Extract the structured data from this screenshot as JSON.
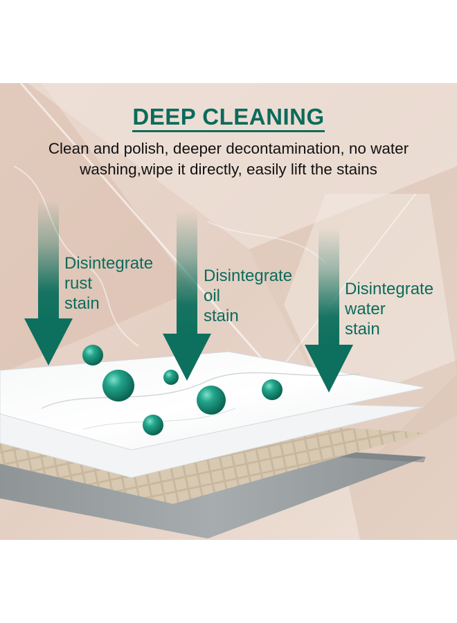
{
  "headline": {
    "title": "DEEP CLEANING",
    "subtitle": "Clean and polish, deeper decontamination, no water washing,wipe it directly, easily lift the stains"
  },
  "labels": [
    {
      "lines": [
        "Disintegrate",
        "rust",
        "stain"
      ]
    },
    {
      "lines": [
        "Disintegrate",
        "oil",
        "stain"
      ]
    },
    {
      "lines": [
        "Disintegrate",
        "water",
        "stain"
      ]
    }
  ],
  "colors": {
    "accent": "#0b6b5b",
    "arrow": "#0d6f5d",
    "text": "#111111",
    "marble_bg": "#e9d8cc"
  },
  "icons": [
    "down-arrow-icon",
    "cleaning-bubble-icon"
  ]
}
